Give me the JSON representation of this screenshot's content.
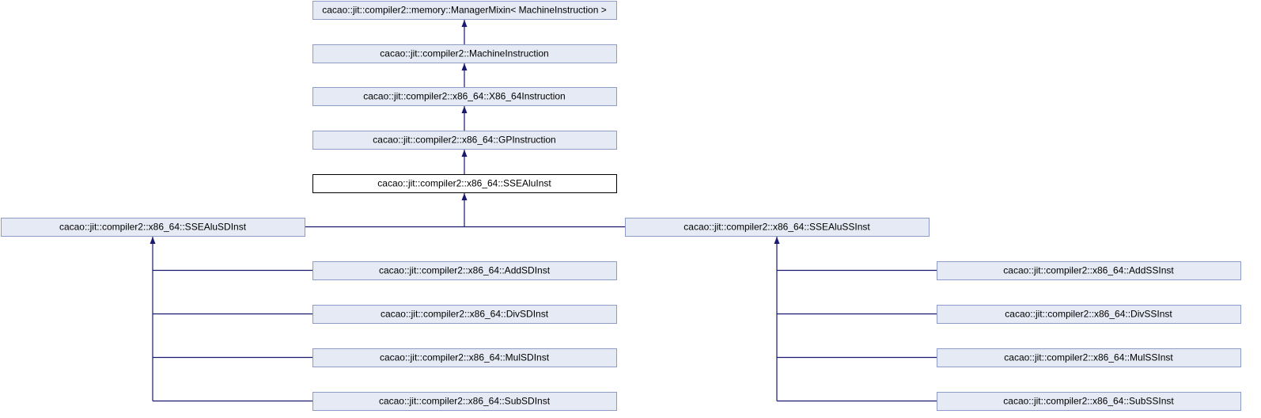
{
  "diagram": {
    "type": "class-inheritance",
    "colors": {
      "node_fill": "#E6EAF4",
      "node_border": "#8C9CC6",
      "current_fill": "#FFFFFF",
      "current_border": "#000000",
      "edge": "#191970"
    },
    "nodes": [
      {
        "id": "manager-mixin",
        "label": "cacao::jit::compiler2::memory::ManagerMixin< MachineInstruction >"
      },
      {
        "id": "machine-instruction",
        "label": "cacao::jit::compiler2::MachineInstruction"
      },
      {
        "id": "x86-64-instruction",
        "label": "cacao::jit::compiler2::x86_64::X86_64Instruction"
      },
      {
        "id": "gp-instruction",
        "label": "cacao::jit::compiler2::x86_64::GPInstruction"
      },
      {
        "id": "sse-alu-inst",
        "label": "cacao::jit::compiler2::x86_64::SSEAluInst",
        "current": true
      },
      {
        "id": "sse-alu-sd-inst",
        "label": "cacao::jit::compiler2::x86_64::SSEAluSDInst"
      },
      {
        "id": "sse-alu-ss-inst",
        "label": "cacao::jit::compiler2::x86_64::SSEAluSSInst"
      },
      {
        "id": "add-sd-inst",
        "label": "cacao::jit::compiler2::x86_64::AddSDInst"
      },
      {
        "id": "div-sd-inst",
        "label": "cacao::jit::compiler2::x86_64::DivSDInst"
      },
      {
        "id": "mul-sd-inst",
        "label": "cacao::jit::compiler2::x86_64::MulSDInst"
      },
      {
        "id": "sub-sd-inst",
        "label": "cacao::jit::compiler2::x86_64::SubSDInst"
      },
      {
        "id": "add-ss-inst",
        "label": "cacao::jit::compiler2::x86_64::AddSSInst"
      },
      {
        "id": "div-ss-inst",
        "label": "cacao::jit::compiler2::x86_64::DivSSInst"
      },
      {
        "id": "mul-ss-inst",
        "label": "cacao::jit::compiler2::x86_64::MulSSInst"
      },
      {
        "id": "sub-ss-inst",
        "label": "cacao::jit::compiler2::x86_64::SubSSInst"
      }
    ],
    "edges": [
      {
        "from": "machine-instruction",
        "to": "manager-mixin"
      },
      {
        "from": "x86-64-instruction",
        "to": "machine-instruction"
      },
      {
        "from": "gp-instruction",
        "to": "x86-64-instruction"
      },
      {
        "from": "sse-alu-inst",
        "to": "gp-instruction"
      },
      {
        "from": "sse-alu-sd-inst",
        "to": "sse-alu-inst"
      },
      {
        "from": "sse-alu-ss-inst",
        "to": "sse-alu-inst"
      },
      {
        "from": "add-sd-inst",
        "to": "sse-alu-sd-inst"
      },
      {
        "from": "div-sd-inst",
        "to": "sse-alu-sd-inst"
      },
      {
        "from": "mul-sd-inst",
        "to": "sse-alu-sd-inst"
      },
      {
        "from": "sub-sd-inst",
        "to": "sse-alu-sd-inst"
      },
      {
        "from": "add-ss-inst",
        "to": "sse-alu-ss-inst"
      },
      {
        "from": "div-ss-inst",
        "to": "sse-alu-ss-inst"
      },
      {
        "from": "mul-ss-inst",
        "to": "sse-alu-ss-inst"
      },
      {
        "from": "sub-ss-inst",
        "to": "sse-alu-ss-inst"
      }
    ]
  }
}
